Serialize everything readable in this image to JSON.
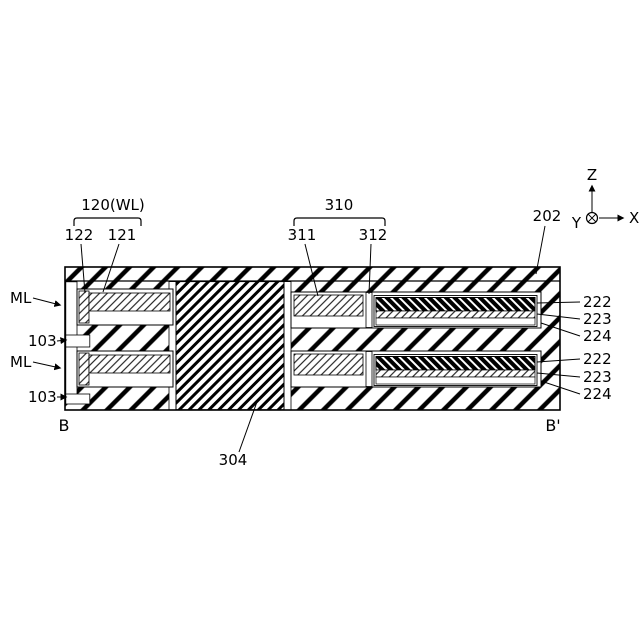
{
  "labels": {
    "wl_group": "120(WL)",
    "n122": "122",
    "n121": "121",
    "n310": "310",
    "n311": "311",
    "n312": "312",
    "n202": "202",
    "ml": "ML",
    "n103": "103",
    "n222": "222",
    "n223": "223",
    "n224": "224",
    "n304": "304",
    "section_left": "B",
    "section_right": "B'"
  },
  "axes": {
    "z": "Z",
    "x": "X",
    "y": "Y"
  },
  "colors": {
    "ink": "#000000",
    "background": "#ffffff"
  }
}
